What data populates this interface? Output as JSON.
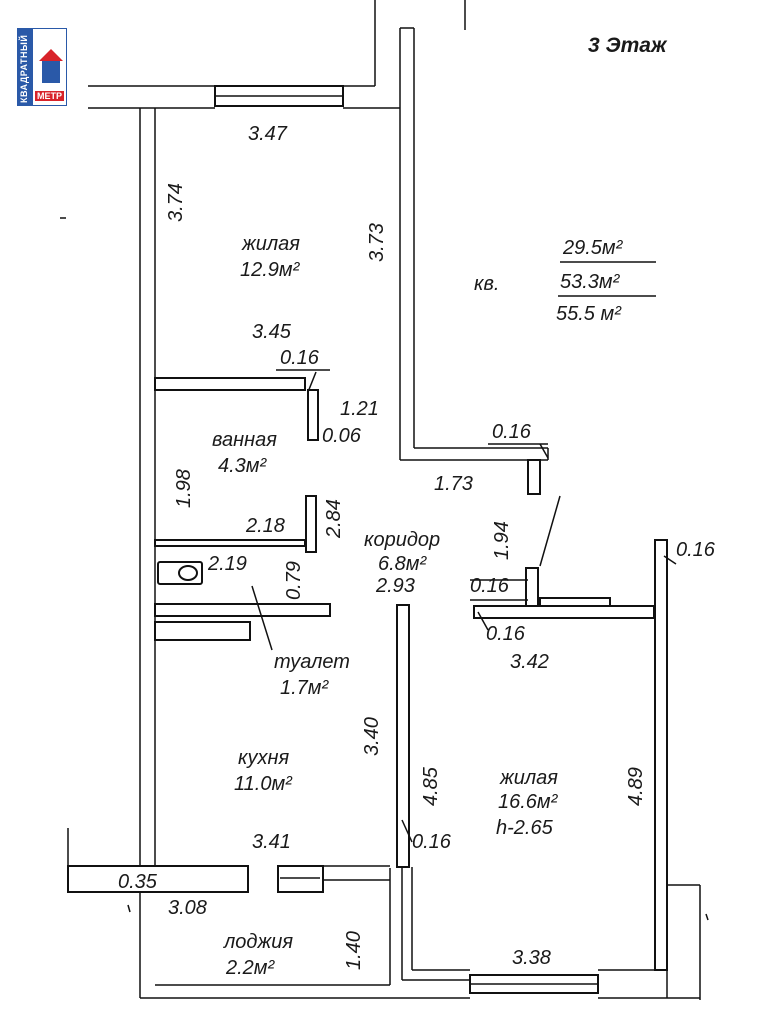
{
  "floor": "3 Этаж",
  "logo": {
    "line1": "КВАДРАТНЫЙ",
    "line2": "МЕТР"
  },
  "apartment": {
    "label": "кв.",
    "living_area": "29.5м²",
    "total_area": "53.3м²",
    "total_with_loggia": "55.5 м²"
  },
  "rooms": {
    "living1": {
      "name": "жилая",
      "area": "12.9м²"
    },
    "bathroom": {
      "name": "ванная",
      "area": "4.3м²"
    },
    "corridor": {
      "name": "коридор",
      "area": "6.8м²"
    },
    "toilet": {
      "name": "туалет",
      "area": "1.7м²"
    },
    "kitchen": {
      "name": "кухня",
      "area": "11.0м²"
    },
    "living2": {
      "name": "жилая",
      "area": "16.6м²",
      "height": "h-2.65"
    },
    "loggia": {
      "name": "лоджия",
      "area": "2.2м²"
    }
  },
  "dimensions": {
    "d347": "3.47",
    "d374": "3.74",
    "d373": "3.73",
    "d345": "3.45",
    "d016a": "0.16",
    "d121": "1.21",
    "d006": "0.06",
    "d016b": "0.16",
    "d173": "1.73",
    "d198": "1.98",
    "d284": "2.84",
    "d218": "2.18",
    "d194": "1.94",
    "d016c": "0.16",
    "d219": "2.19",
    "d079": "0.79",
    "d293": "2.93",
    "d016d": "0.16",
    "d016e": "0.16",
    "d342": "3.42",
    "d340": "3.40",
    "d485": "4.85",
    "d489": "4.89",
    "d016f": "0.16",
    "d341": "3.41",
    "d035": "0.35",
    "d308": "3.08",
    "d140": "1.40",
    "d338": "3.38"
  }
}
